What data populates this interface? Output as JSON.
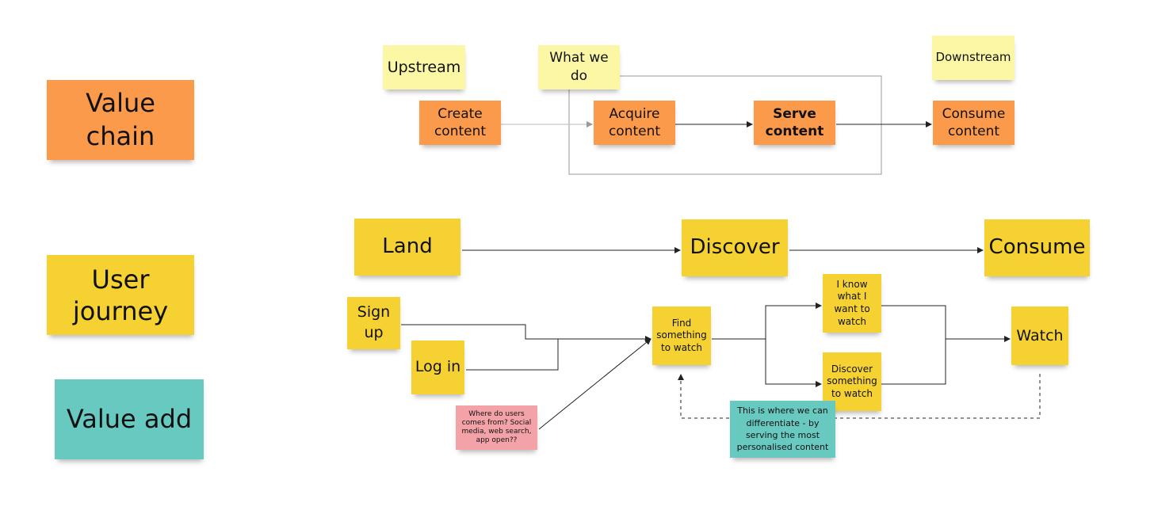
{
  "legend": {
    "value_chain": "Value chain",
    "user_journey": "User journey",
    "value_add": "Value add"
  },
  "value_chain": {
    "upstream": "Upstream",
    "what_we_do": "What we do",
    "downstream": "Downstream",
    "create_content": "Create content",
    "acquire_content": "Acquire content",
    "serve_content": "Serve content",
    "consume_content": "Consume content"
  },
  "user_journey": {
    "land": "Land",
    "discover": "Discover",
    "consume": "Consume",
    "sign_up": "Sign up",
    "log_in": "Log in",
    "find_something": "Find something to watch",
    "i_know": "I know what I want to watch",
    "discover_something": "Discover something to watch",
    "watch": "Watch",
    "where_users_from": "Where do users comes from? Social media, web search, app open??",
    "differentiate": "This is where we can differentiate - by serving the most personalised content"
  },
  "colors": {
    "orange": "#fc9a4c",
    "yellow": "#f5d232",
    "pale_yellow": "#fbf7a5",
    "teal": "#67c9c0",
    "pink": "#f3a3a8"
  }
}
